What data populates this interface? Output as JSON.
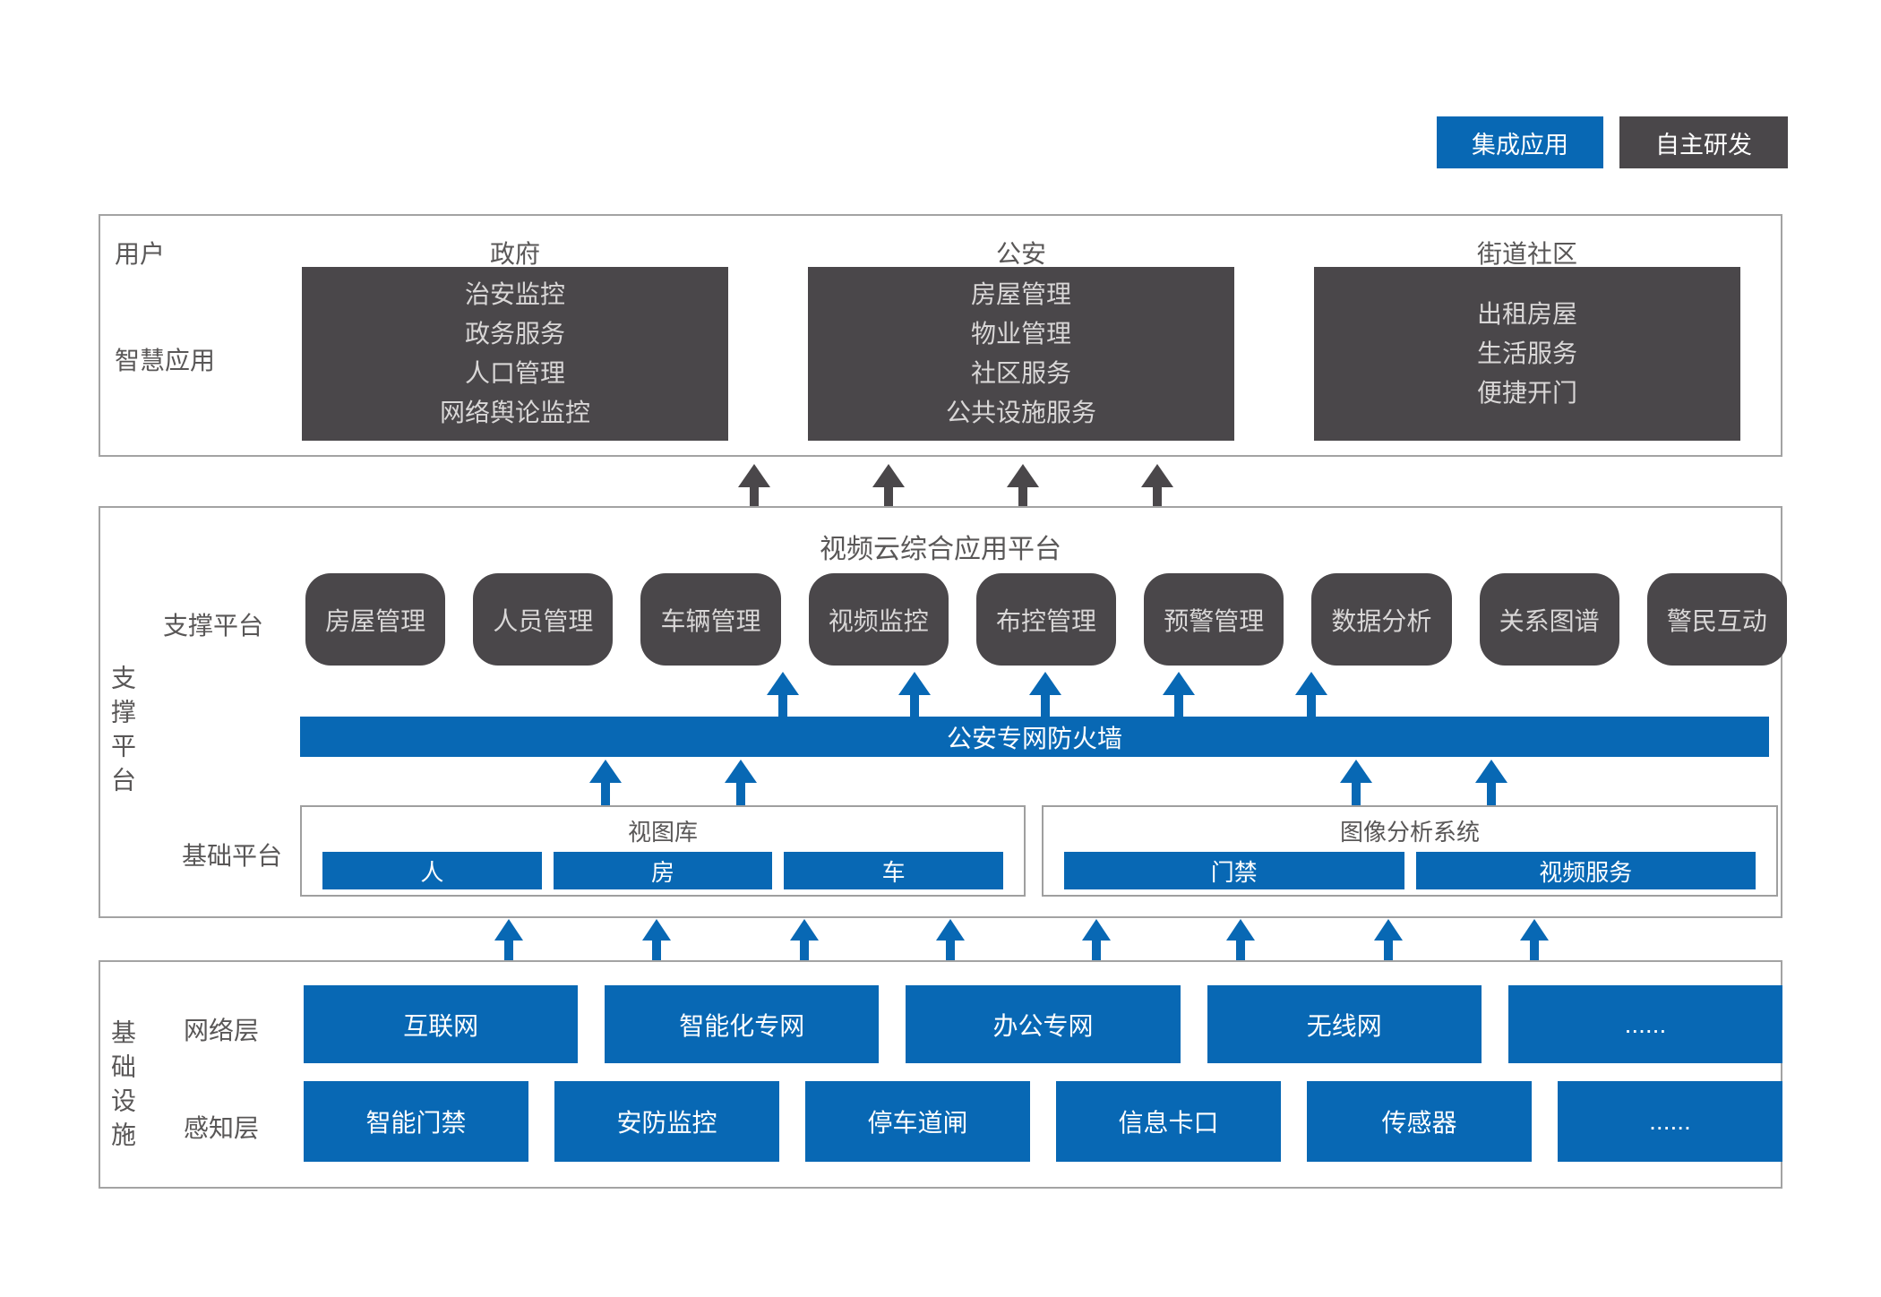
{
  "colors": {
    "accent_blue": "#0868b4",
    "dark_gray": "#4a474a",
    "border_gray": "#a3a3a3",
    "label_gray": "#595757"
  },
  "legend": {
    "integrated": "集成应用",
    "self_developed": "自主研发"
  },
  "user_section": {
    "row1_label": "用户",
    "row2_label": "智慧应用",
    "columns": [
      {
        "header": "政府",
        "items": [
          "治安监控",
          "政务服务",
          "人口管理",
          "网络舆论监控"
        ]
      },
      {
        "header": "公安",
        "items": [
          "房屋管理",
          "物业管理",
          "社区服务",
          "公共设施服务"
        ]
      },
      {
        "header": "街道社区",
        "items": [
          "出租房屋",
          "生活服务",
          "便捷开门"
        ]
      }
    ]
  },
  "platform_section": {
    "side_label": "支撑平台",
    "title": "视频云综合应用平台",
    "support_row_label": "支撑平台",
    "support_boxes": [
      "房屋管理",
      "人员管理",
      "车辆管理",
      "视频监控",
      "布控管理",
      "预警管理",
      "数据分析",
      "关系图谱",
      "警民互动"
    ],
    "firewall_label": "公安专网防火墙",
    "base_row_label": "基础平台",
    "base_groups": [
      {
        "title": "视图库",
        "items": [
          "人",
          "房",
          "车"
        ]
      },
      {
        "title": "图像分析系统",
        "items": [
          "门禁",
          "视频服务"
        ]
      }
    ]
  },
  "infra_section": {
    "side_label": "基础设施",
    "network_row": {
      "label": "网络层",
      "items": [
        "互联网",
        "智能化专网",
        "办公专网",
        "无线网",
        "......"
      ]
    },
    "sensing_row": {
      "label": "感知层",
      "items": [
        "智能门禁",
        "安防监控",
        "停车道闸",
        "信息卡口",
        "传感器",
        "......"
      ]
    }
  }
}
